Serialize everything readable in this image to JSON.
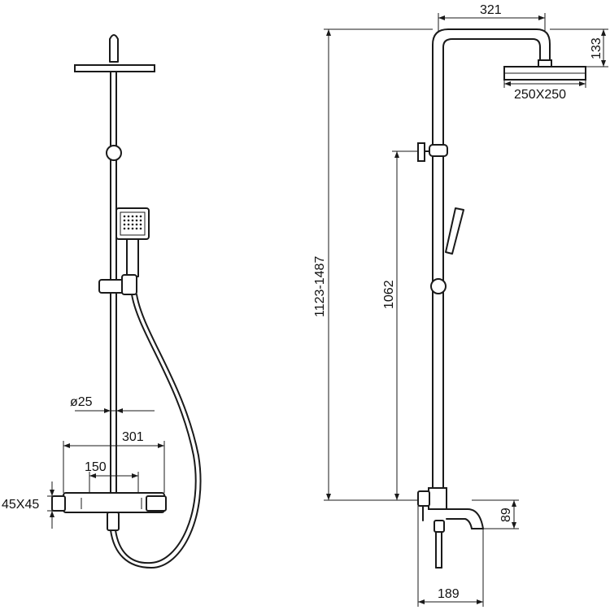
{
  "dimensions": {
    "pipe_diameter": "ø25",
    "width_overall": "301",
    "inlet_spacing": "150",
    "mixer_section": "45X45",
    "arm_length": "321",
    "head_drop": "133",
    "head_size": "250X250",
    "height_range": "1123-1487",
    "handle_height": "1062",
    "spout_height": "89",
    "spout_reach": "189"
  },
  "colors": {
    "line": "#1a1a1a",
    "background": "#ffffff"
  }
}
